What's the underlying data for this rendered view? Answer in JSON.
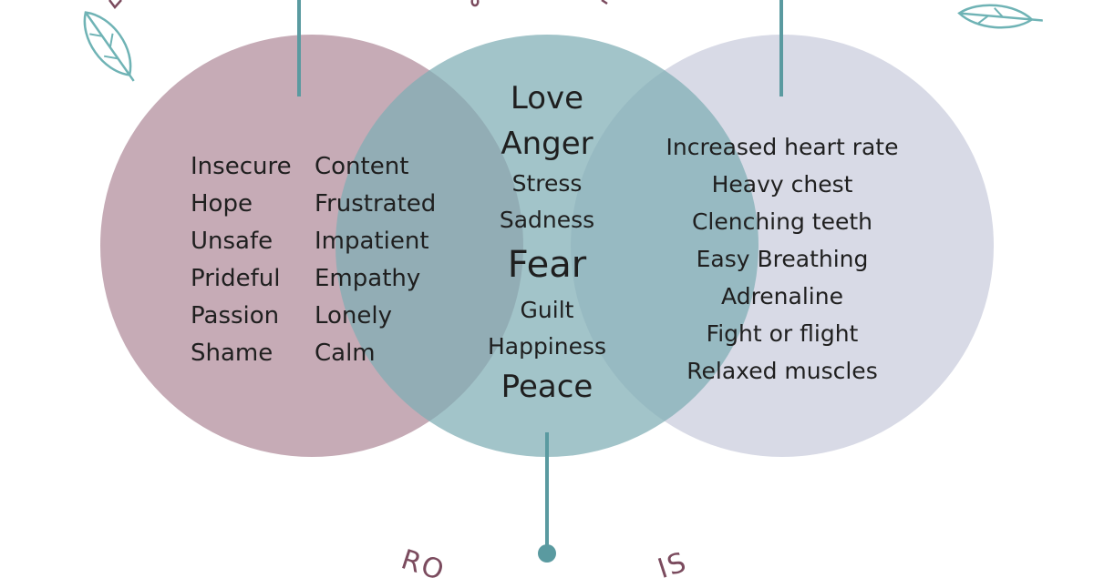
{
  "colors": {
    "left_circle": "#c3a6b2",
    "center_circle": "#8fb7bd",
    "right_circle": "#d4d6e3",
    "connector": "#5a9aa0",
    "leaf": "#6fb3b5",
    "label_text": "#7b4b5e"
  },
  "left_circle": {
    "column_a": [
      "Insecure",
      "Hope",
      "Unsafe",
      "Prideful",
      "Passion",
      "Shame"
    ],
    "column_b": [
      "Content",
      "Frustrated",
      "Impatient",
      "Empathy",
      "Lonely",
      "Calm"
    ]
  },
  "center_circle": {
    "words": [
      "Love",
      "Anger",
      "Stress",
      "Sadness",
      "Fear",
      "Guilt",
      "Happiness",
      "Peace"
    ]
  },
  "right_circle": {
    "words": [
      "Increased heart rate",
      "Heavy chest",
      "Clenching teeth",
      "Easy Breathing",
      "Adrenaline",
      "Fight or flight",
      "Relaxed muscles"
    ]
  },
  "bottom_label_fragments": [
    "RO",
    "IS"
  ],
  "decorations": {
    "icons": [
      "leaf-icon",
      "leaf-icon"
    ]
  }
}
